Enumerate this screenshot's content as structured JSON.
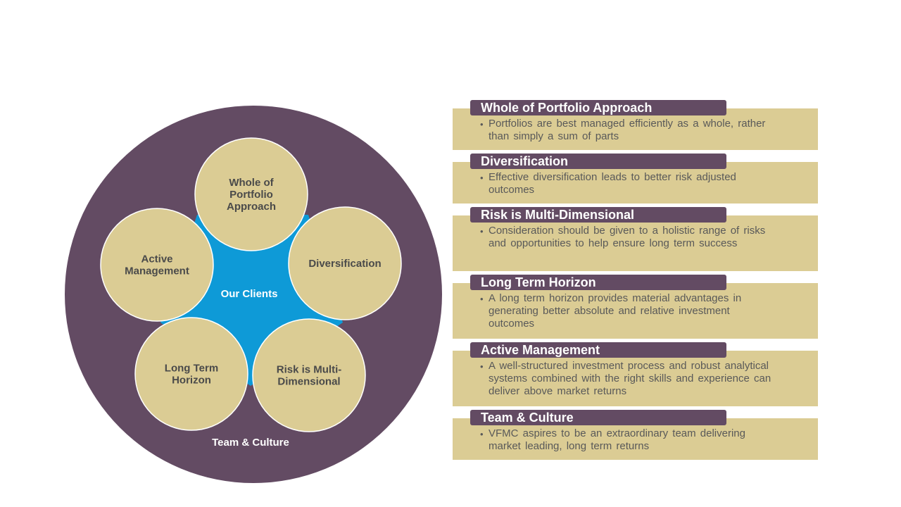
{
  "diagram": {
    "outer_label": "Team & Culture",
    "center_label": "Our Clients",
    "nodes": [
      {
        "id": "whole",
        "lines": [
          "Whole of",
          "Portfolio",
          "Approach"
        ]
      },
      {
        "id": "diversification",
        "lines": [
          "Diversification"
        ]
      },
      {
        "id": "risk",
        "lines": [
          "Risk is Multi-",
          "Dimensional"
        ]
      },
      {
        "id": "long-term",
        "lines": [
          "Long Term",
          "Horizon"
        ]
      },
      {
        "id": "active",
        "lines": [
          "Active",
          "Management"
        ]
      }
    ]
  },
  "panels": [
    {
      "title": "Whole of Portfolio Approach",
      "text": "Portfolios are best managed efficiently as a whole, rather than simply a sum of parts"
    },
    {
      "title": "Diversification",
      "text": "Effective diversification leads to better risk adjusted outcomes"
    },
    {
      "title": "Risk is Multi-Dimensional",
      "text": "Consideration should be given to a holistic range of risks and opportunities to help ensure long term success"
    },
    {
      "title": "Long Term Horizon",
      "text": "A long term horizon provides material advantages in generating better absolute and relative investment outcomes"
    },
    {
      "title": "Active Management",
      "text": "A well-structured investment process and robust analytical systems combined with the right skills and experience can deliver above market returns"
    },
    {
      "title": "Team & Culture",
      "text": "VFMC aspires to be an extraordinary team delivering market leading, long term returns"
    }
  ],
  "bullet_glyph": "•",
  "colors": {
    "outer_circle": "#634b63",
    "inner_shape": "#0e9ad7",
    "node_fill": "#dbcc94",
    "node_stroke": "#ffffff",
    "node_text": "#4a4a4a",
    "panel_body": "#dbcc94",
    "panel_header": "#634b63",
    "panel_text": "#595959"
  }
}
